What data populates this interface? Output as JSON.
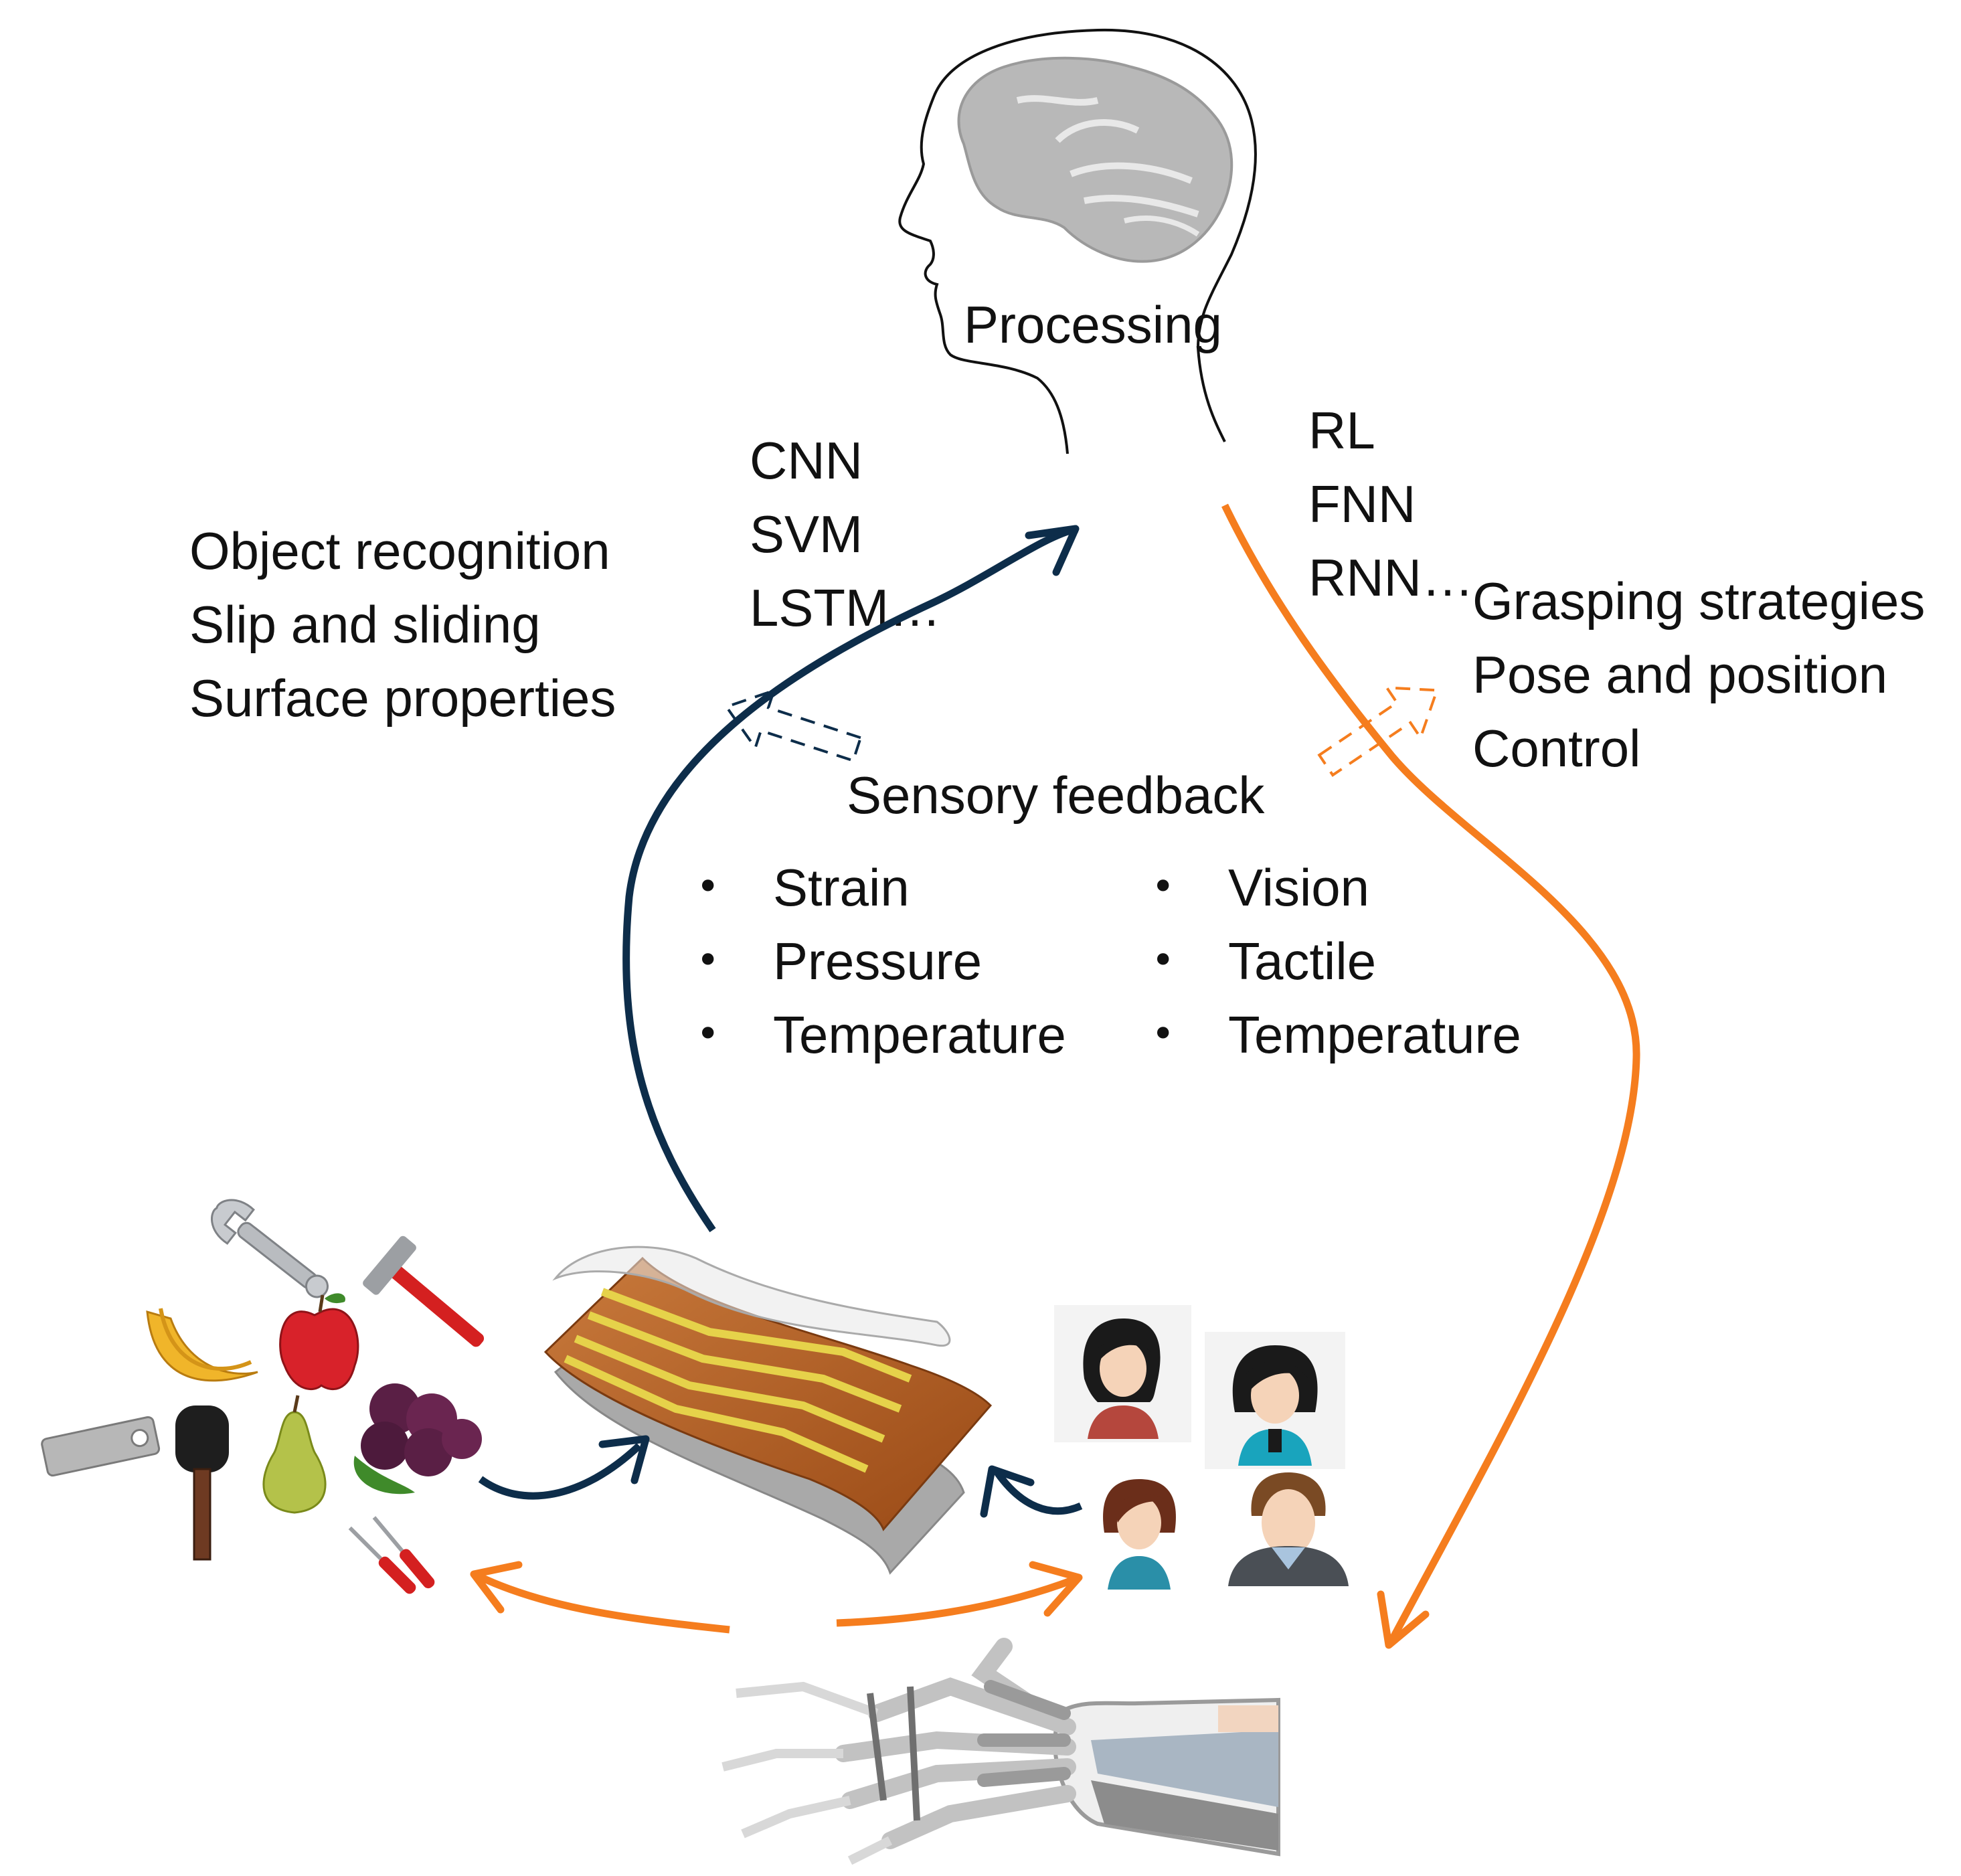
{
  "processing": {
    "label": "Processing"
  },
  "methods_left": [
    "CNN",
    "SVM",
    "LSTM…"
  ],
  "methods_right": [
    "RL",
    "FNN",
    "RNN…"
  ],
  "outputs_left": [
    "Object recognition",
    "Slip and sliding",
    "Surface properties"
  ],
  "outputs_right": [
    "Grasping strategies",
    "Pose and position",
    "Control"
  ],
  "sensory": {
    "title": "Sensory feedback",
    "left": [
      "Strain",
      "Pressure",
      "Temperature"
    ],
    "right": [
      "Vision",
      "Tactile",
      "Temperature"
    ]
  },
  "colors": {
    "navy": "#0d2d4a",
    "orange": "#f57d1e",
    "brain": "#b8b8b8",
    "head_outline": "#111111"
  },
  "icons": {
    "head": "head-profile-icon",
    "brain": "brain-icon",
    "sensor": "flexible-sensor-icon",
    "hand": "robotic-hand-icon",
    "objects": [
      "wrench-icon",
      "hammer-icon",
      "banana-icon",
      "apple-icon",
      "usb-drive-icon",
      "car-key-icon",
      "pear-icon",
      "blackberry-icon",
      "screwdriver-icon"
    ],
    "people": [
      "woman-avatar-icon",
      "woman-avatar-2-icon",
      "girl-avatar-icon",
      "man-avatar-icon"
    ]
  }
}
